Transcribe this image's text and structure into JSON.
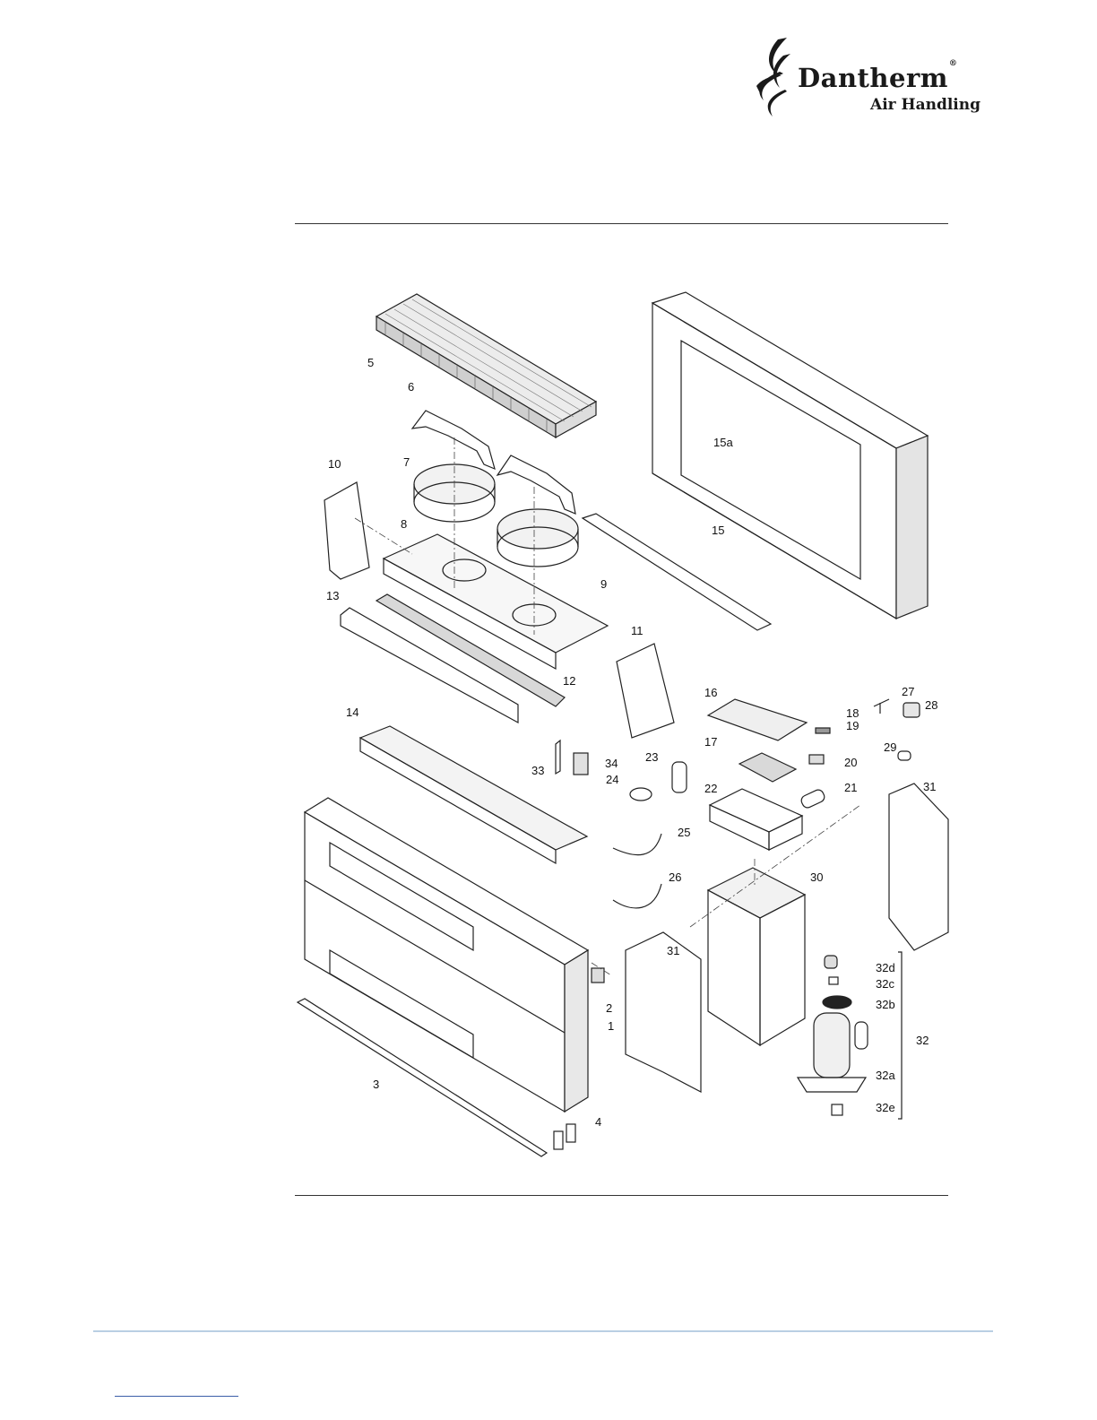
{
  "brand": {
    "name": "Dantherm",
    "registered": "®",
    "subtitle": "Air Handling"
  },
  "callouts": [
    {
      "key": "c1",
      "text": "1"
    },
    {
      "key": "c2",
      "text": "2"
    },
    {
      "key": "c3",
      "text": "3"
    },
    {
      "key": "c4",
      "text": "4"
    },
    {
      "key": "c5",
      "text": "5"
    },
    {
      "key": "c6",
      "text": "6"
    },
    {
      "key": "c7",
      "text": "7"
    },
    {
      "key": "c8",
      "text": "8"
    },
    {
      "key": "c9",
      "text": "9"
    },
    {
      "key": "c10",
      "text": "10"
    },
    {
      "key": "c11",
      "text": "11"
    },
    {
      "key": "c12",
      "text": "12"
    },
    {
      "key": "c13",
      "text": "13"
    },
    {
      "key": "c14",
      "text": "14"
    },
    {
      "key": "c15",
      "text": "15"
    },
    {
      "key": "c15a",
      "text": "15a"
    },
    {
      "key": "c16",
      "text": "16"
    },
    {
      "key": "c17",
      "text": "17"
    },
    {
      "key": "c18",
      "text": "18"
    },
    {
      "key": "c19",
      "text": "19"
    },
    {
      "key": "c20",
      "text": "20"
    },
    {
      "key": "c21",
      "text": "21"
    },
    {
      "key": "c22",
      "text": "22"
    },
    {
      "key": "c23",
      "text": "23"
    },
    {
      "key": "c24",
      "text": "24"
    },
    {
      "key": "c25",
      "text": "25"
    },
    {
      "key": "c26",
      "text": "26"
    },
    {
      "key": "c27",
      "text": "27"
    },
    {
      "key": "c28",
      "text": "28"
    },
    {
      "key": "c29",
      "text": "29"
    },
    {
      "key": "c30",
      "text": "30"
    },
    {
      "key": "c31a",
      "text": "31"
    },
    {
      "key": "c31b",
      "text": "31"
    },
    {
      "key": "c32",
      "text": "32"
    },
    {
      "key": "c32a",
      "text": "32a"
    },
    {
      "key": "c32b",
      "text": "32b"
    },
    {
      "key": "c32c",
      "text": "32c"
    },
    {
      "key": "c32d",
      "text": "32d"
    },
    {
      "key": "c32e",
      "text": "32e"
    },
    {
      "key": "c33",
      "text": "33"
    },
    {
      "key": "c34",
      "text": "34"
    }
  ]
}
